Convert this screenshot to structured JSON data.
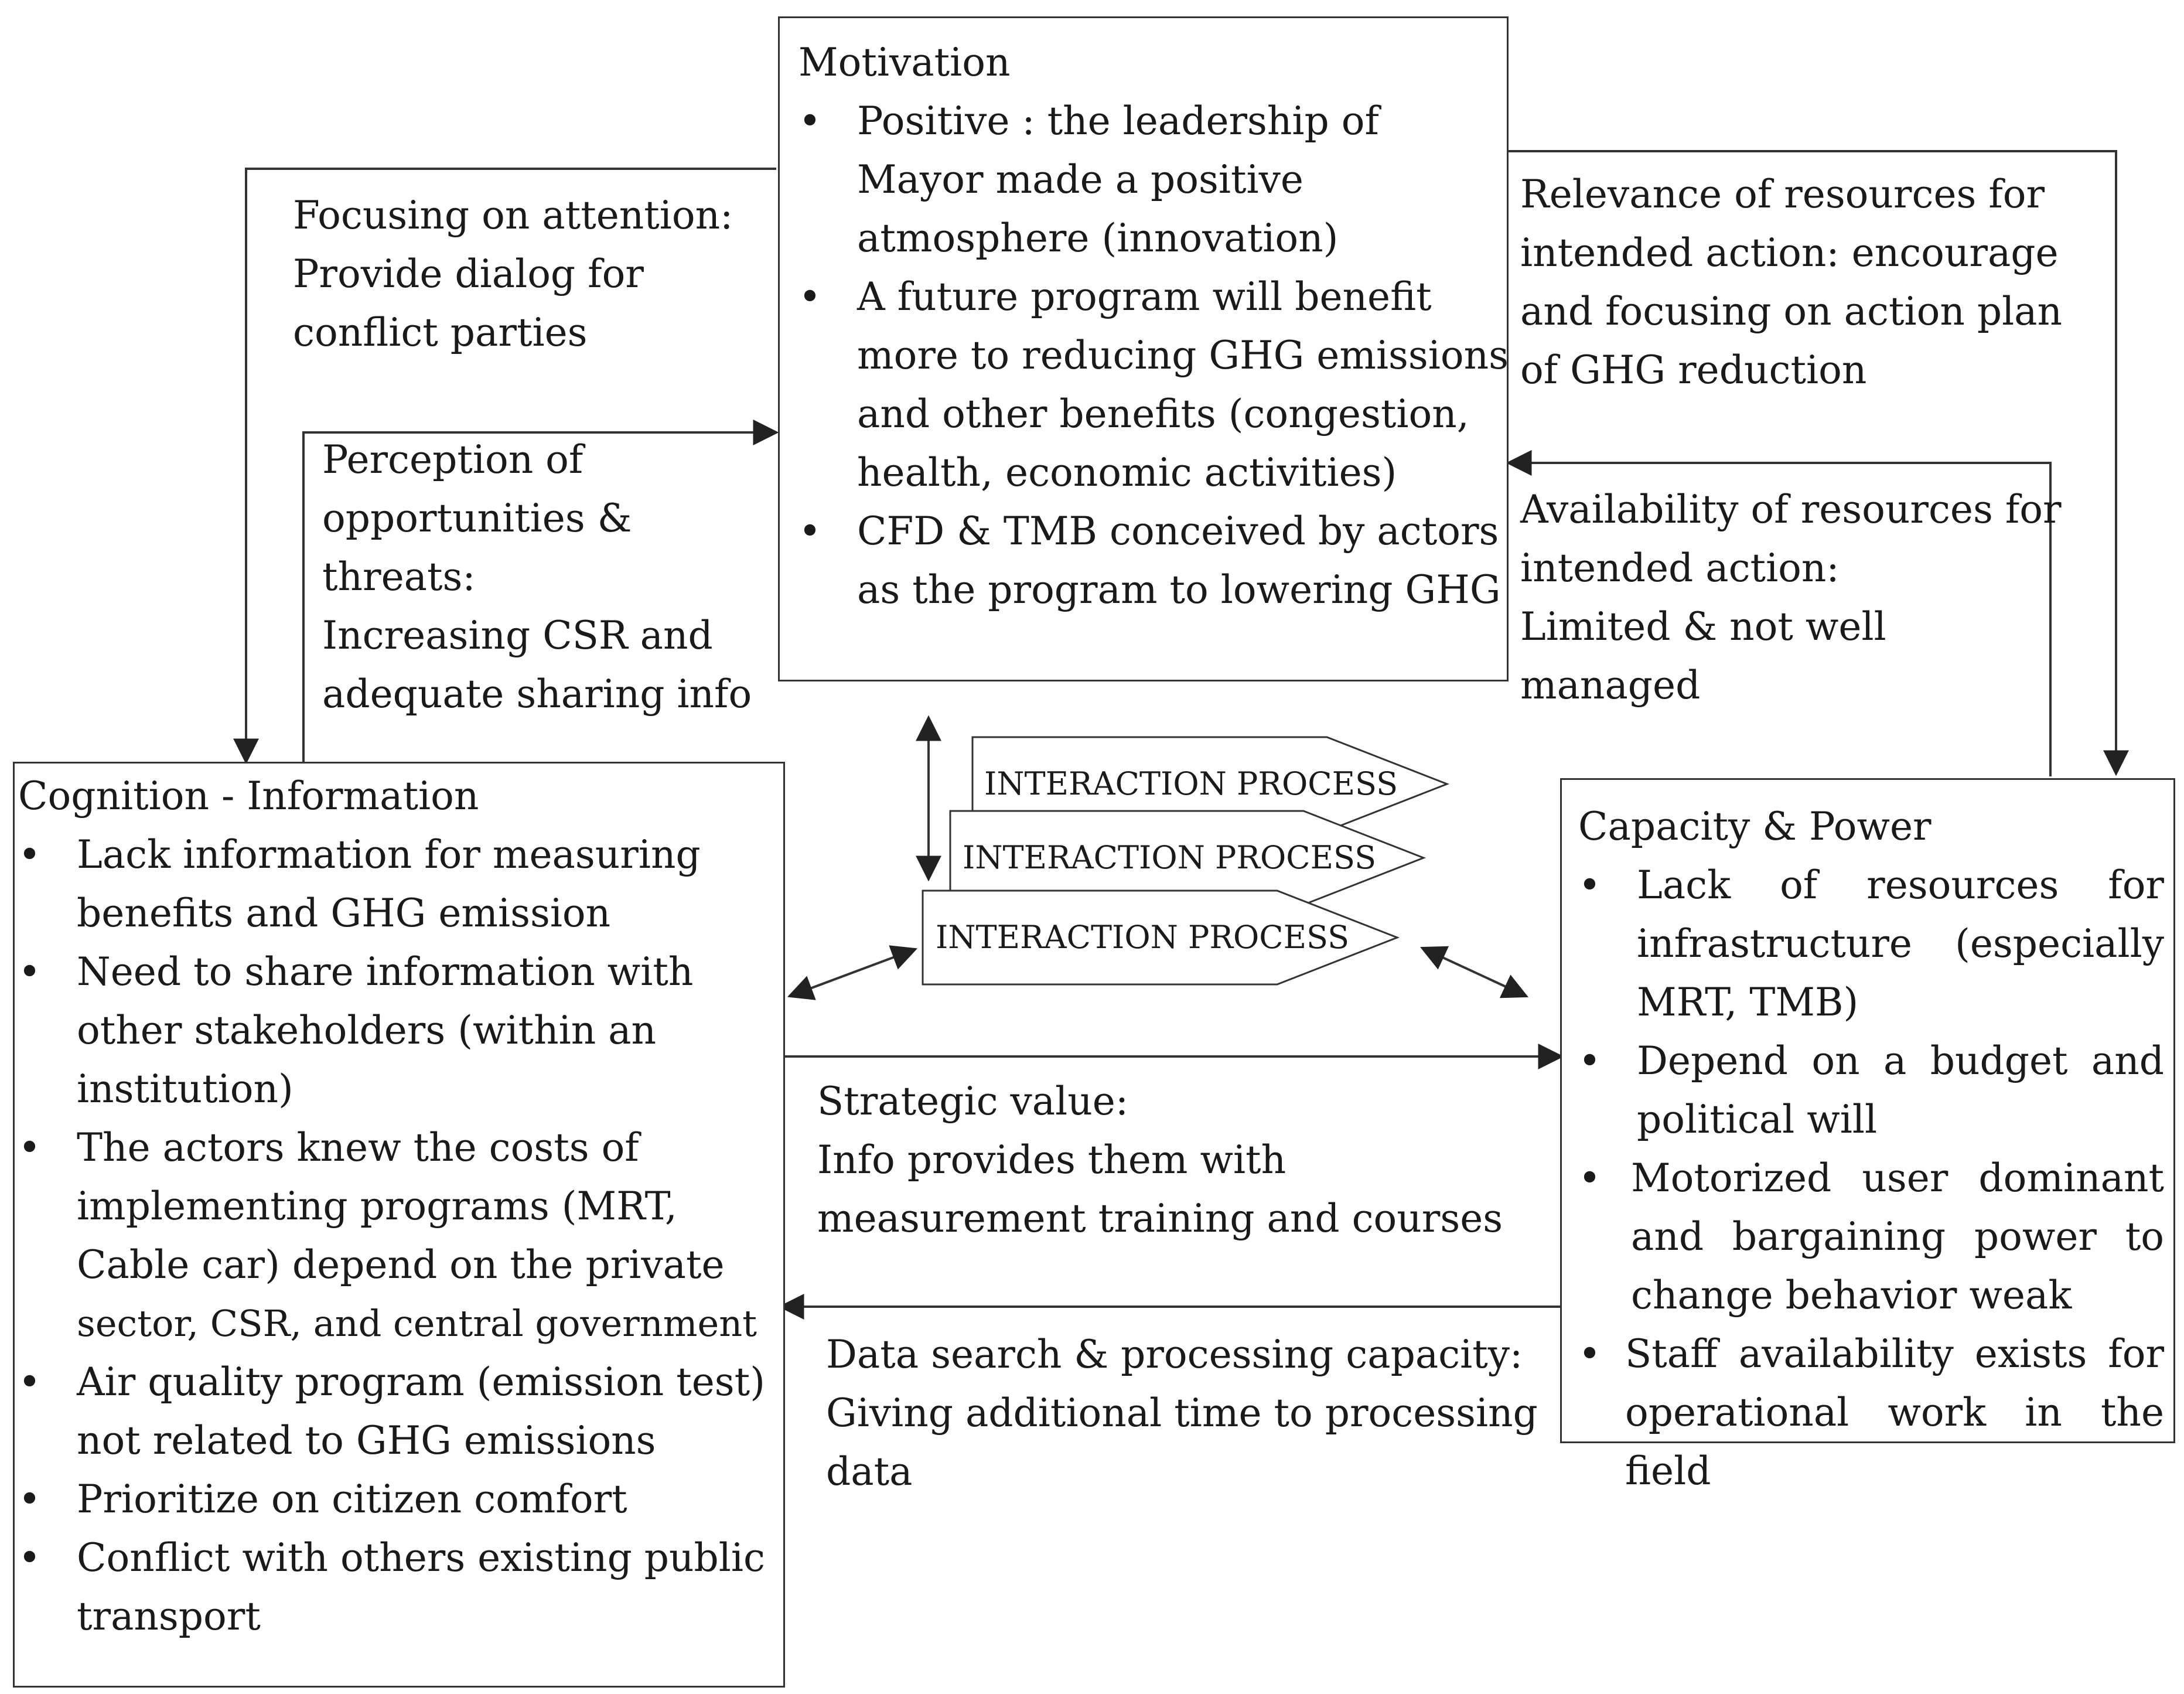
{
  "motivation": {
    "title": "Motivation",
    "bullets": [
      [
        "Positive : the leadership of",
        "Mayor made a positive",
        "atmosphere (innovation)"
      ],
      [
        "A future program will benefit",
        "more to reducing GHG emissions",
        "and other benefits (congestion,",
        "health, economic activities)"
      ],
      [
        "CFD & TMB conceived by actors",
        "as the program to lowering GHG"
      ]
    ]
  },
  "cognition": {
    "title": "Cognition - Information",
    "bullets": [
      [
        "Lack information for  measuring",
        "benefits and GHG emission"
      ],
      [
        "Need to share information with",
        "other stakeholders  (within an",
        "institution)"
      ],
      [
        "The actors knew the costs of",
        "implementing programs (MRT,",
        "Cable car) depend on the private",
        "sector, CSR, and central government"
      ],
      [
        "Air quality program (emission test)",
        "not related to GHG emissions"
      ],
      [
        "Prioritize on citizen comfort"
      ],
      [
        "Conflict with others existing public",
        "transport"
      ]
    ]
  },
  "capacity": {
    "title": "Capacity & Power",
    "bullets": [
      [
        "Lack of resources for",
        "infrastructure (especially",
        "MRT, TMB)"
      ],
      [
        "Depend on a budget and",
        "political will"
      ],
      [
        "Motorized user dominant",
        "and bargaining power to",
        "change behavior weak"
      ],
      [
        "Staff availability exists for",
        "operational work in the field"
      ]
    ]
  },
  "labels": {
    "focusing": [
      "Focusing on attention:",
      "Provide dialog for",
      "conflict parties"
    ],
    "perception": [
      "Perception of",
      "opportunities &",
      "threats:",
      "Increasing CSR and",
      "adequate sharing info"
    ],
    "relevance": [
      "Relevance of resources for",
      "intended action: encourage",
      "and focusing on action plan",
      "of GHG reduction"
    ],
    "availability": [
      "Availability of resources for",
      "intended action:",
      "Limited & not well",
      "managed"
    ],
    "strategic": [
      "Strategic value:",
      "Info provides them with",
      "measurement training and courses"
    ],
    "datasearch": [
      "Data search & processing capacity:",
      "Giving additional time to processing",
      "data"
    ]
  },
  "interaction": [
    "INTERACTION PROCESS",
    "INTERACTION PROCESS",
    "INTERACTION PROCESS"
  ],
  "bullet_char": "•"
}
